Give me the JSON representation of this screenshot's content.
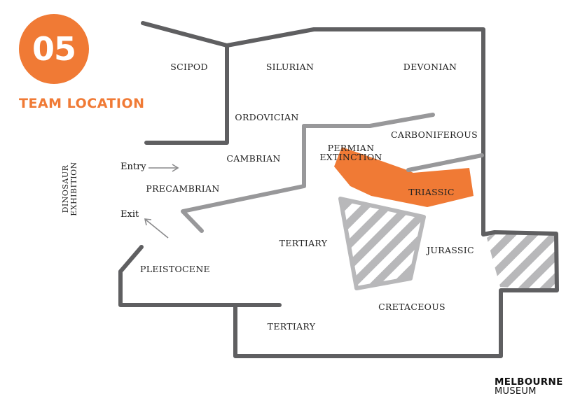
{
  "header": {
    "badge_number": "05",
    "title": "TEAM LOCATION"
  },
  "colors": {
    "accent": "#f07a35",
    "wall": "#5f5f61",
    "inner_wall": "#98989a",
    "hatch": "#b8b8ba"
  },
  "side_label": {
    "line1": "DINOSAUR",
    "line2": "EXHIBITION"
  },
  "navigation": {
    "entry_label": "Entry",
    "exit_label": "Exit"
  },
  "zones": {
    "scipod": "SCIPOD",
    "silurian": "SILURIAN",
    "devonian": "DEVONIAN",
    "ordovician": "ORDOVICIAN",
    "carboniferous": "CARBONIFEROUS",
    "cambrian": "CAMBRIAN",
    "permian_extinction_line1": "PERMIAN",
    "permian_extinction_line2": "EXTINCTION",
    "precambrian": "PRECAMBRIAN",
    "triassic": "TRIASSIC",
    "tertiary_upper": "TERTIARY",
    "jurassic": "JURASSIC",
    "pleistocene": "PLEISTOCENE",
    "cretaceous": "CRETACEOUS",
    "tertiary_lower": "TERTIARY"
  },
  "logo": {
    "line1": "MELBOURNE",
    "line2": "MUSEUM"
  }
}
